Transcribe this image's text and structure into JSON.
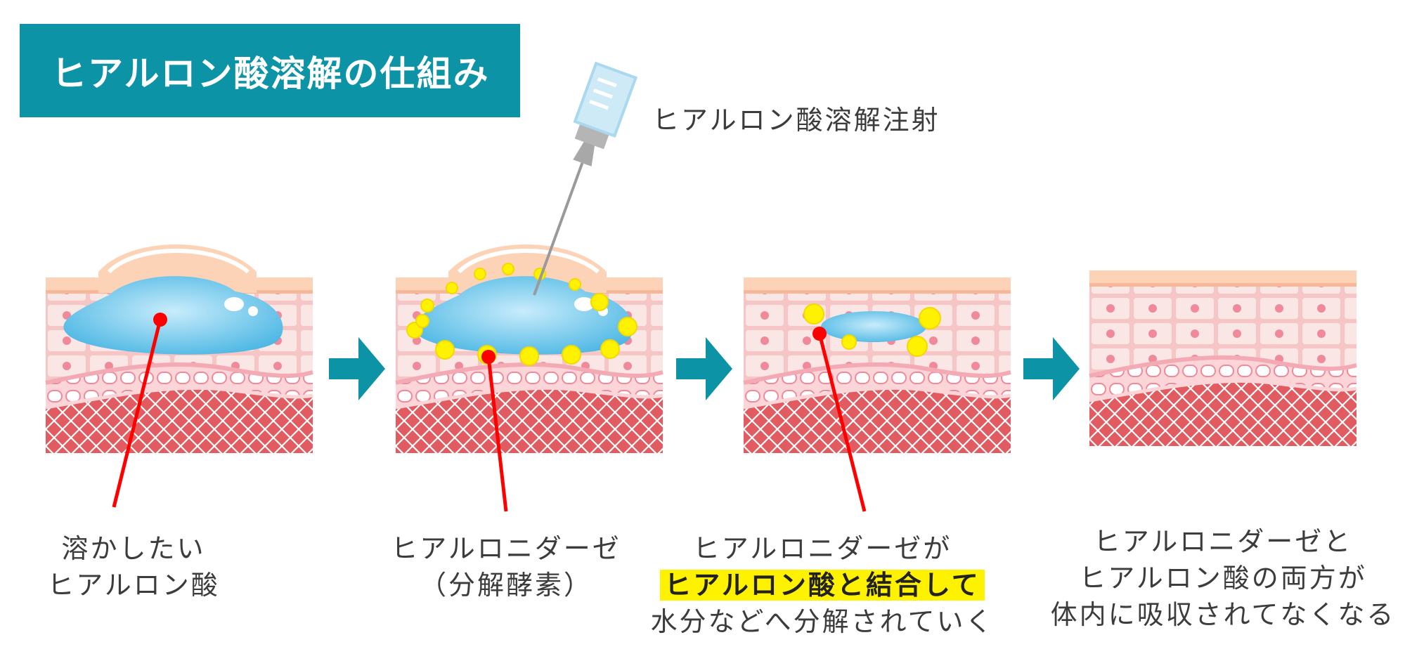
{
  "title": "ヒアルロン酸溶解の仕組み",
  "injection_label": "ヒアルロン酸溶解注射",
  "steps": [
    {
      "lines": [
        "溶かしたい",
        "ヒアルロン酸"
      ]
    },
    {
      "lines": [
        "ヒアルロニダーゼ",
        "（分解酵素）"
      ]
    },
    {
      "line1": "ヒアルロニダーゼが",
      "highlight": "ヒアルロン酸と結合して",
      "line3": "水分などへ分解されていく"
    },
    {
      "lines": [
        "ヒアルロニダーゼと",
        "ヒアルロン酸の両方が",
        "体内に吸収されてなくなる"
      ]
    }
  ],
  "colors": {
    "title_bg": "#0d93a6",
    "arrow": "#0d93a6",
    "pointer": "#ff0000",
    "highlight": "#fff200",
    "filler": "#5ec7ea",
    "enzyme": "#fff200",
    "skin_surface": "#fdd3b8",
    "cells": "#fbe4e4",
    "nuclei": "#f08a9a",
    "dermis": "#e25b60"
  }
}
